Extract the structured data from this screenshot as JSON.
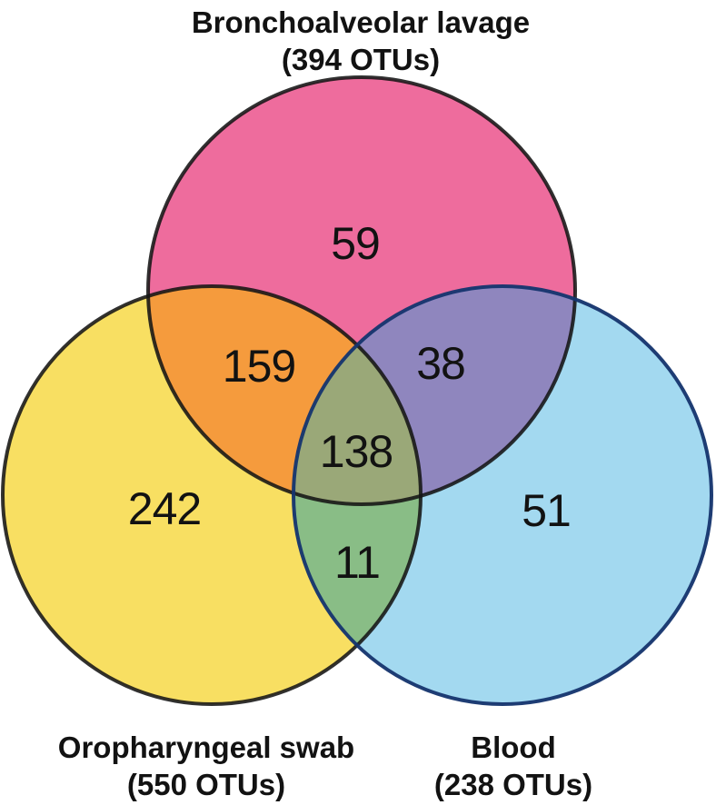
{
  "chart_data": {
    "type": "venn",
    "sets": [
      {
        "name": "Bronchoalveolar lavage",
        "total_otus": 394,
        "color": "#EE6C9D"
      },
      {
        "name": "Oropharyngeal swab",
        "total_otus": 550,
        "color": "#F8DF62"
      },
      {
        "name": "Blood",
        "total_otus": 238,
        "color": "#A3D9F0"
      }
    ],
    "regions": {
      "bal_only": 59,
      "bal_op": 159,
      "bal_blood": 38,
      "bal_op_blood": 138,
      "op_only": 242,
      "op_blood": 11,
      "blood_only": 51
    }
  },
  "labels": {
    "bal": {
      "line1": "Bronchoalveolar lavage",
      "line2": "(394 OTUs)"
    },
    "op": {
      "line1": "Oropharyngeal swab",
      "line2": "(550 OTUs)"
    },
    "blood": {
      "line1": "Blood",
      "line2": "(238 OTUs)"
    }
  },
  "colors": {
    "bal_fill": "#EE6C9D",
    "op_fill": "#F8DF62",
    "blood_fill": "#A3D9F0",
    "bal_op_fill": "#F59B3D",
    "bal_blood_fill": "#8F86BE",
    "op_blood_fill": "#89BD86",
    "center_fill": "#9AA878",
    "circle_outline": "#141414",
    "blood_outline": "#16356E",
    "text": "#121212",
    "background": "#FFFFFF"
  }
}
